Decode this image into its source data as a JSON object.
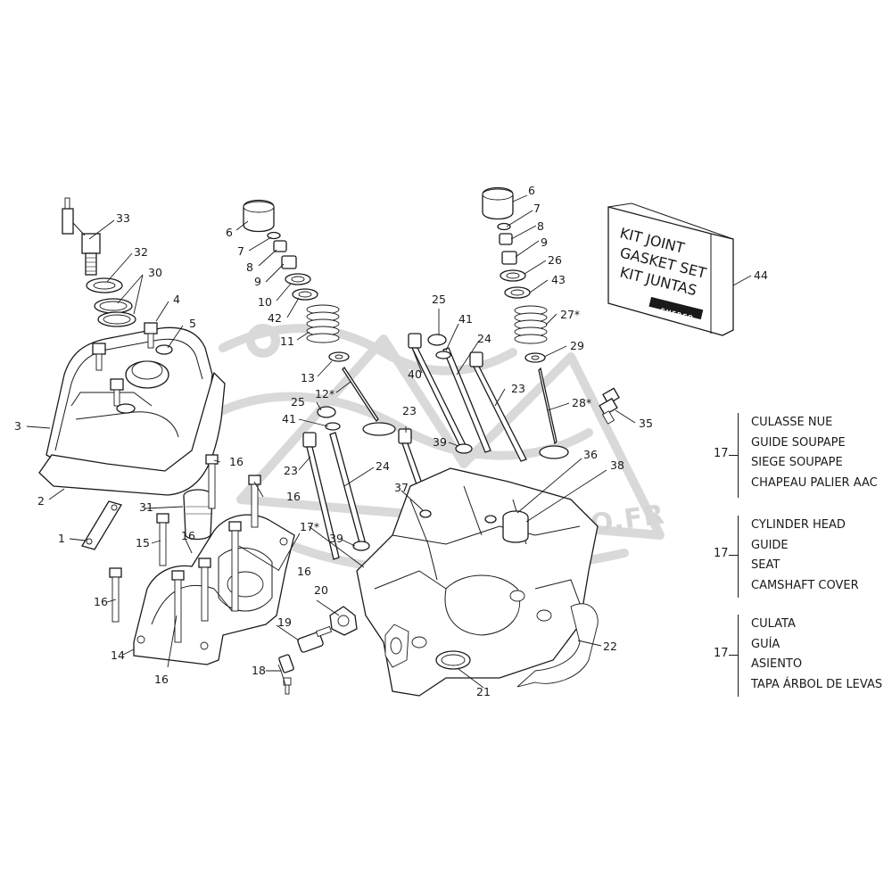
{
  "callouts": {
    "c1": "1",
    "c2": "2",
    "c3": "3",
    "c4": "4",
    "c5": "5",
    "c6a": "6",
    "c6b": "6",
    "c7a": "7",
    "c7b": "7",
    "c8a": "8",
    "c8b": "8",
    "c9a": "9",
    "c9b": "9",
    "c10": "10",
    "c11": "11",
    "c12": "12*",
    "c13": "13",
    "c14": "14",
    "c15": "15",
    "c16a": "16",
    "c16b": "16",
    "c16c": "16",
    "c16d": "16",
    "c16e": "16",
    "c16f": "16",
    "c17": "17*",
    "c18": "18",
    "c19": "19",
    "c20": "20",
    "c21": "21",
    "c22": "22",
    "c23a": "23",
    "c23b": "23",
    "c23c": "23",
    "c24a": "24",
    "c24b": "24",
    "c25a": "25",
    "c25b": "25",
    "c26": "26",
    "c27": "27*",
    "c28": "28*",
    "c29": "29",
    "c30": "30",
    "c31": "31",
    "c32": "32",
    "c33": "33",
    "c35": "35",
    "c36": "36",
    "c37": "37",
    "c38": "38",
    "c39a": "39",
    "c39b": "39",
    "c40": "40",
    "c41a": "41",
    "c41b": "41",
    "c42": "42",
    "c43": "43",
    "c44": "44"
  },
  "kit_box": {
    "line1": "KIT JOINT",
    "line2": "GASKET SET",
    "line3": "KIT JUNTAS",
    "logo": "SHERCO"
  },
  "watermark": "MICMOTO.FR",
  "legend": [
    {
      "key": "17",
      "items": [
        "CULASSE NUE",
        "GUIDE SOUPAPE",
        "SIEGE SOUPAPE",
        "CHAPEAU PALIER AAC"
      ]
    },
    {
      "key": "17",
      "items": [
        "CYLINDER HEAD",
        "GUIDE",
        "SEAT",
        "CAMSHAFT COVER"
      ]
    },
    {
      "key": "17",
      "items": [
        "CULATA",
        "GUÍA",
        "ASIENTO",
        "TAPA ÁRBOL DE LEVAS"
      ]
    }
  ]
}
